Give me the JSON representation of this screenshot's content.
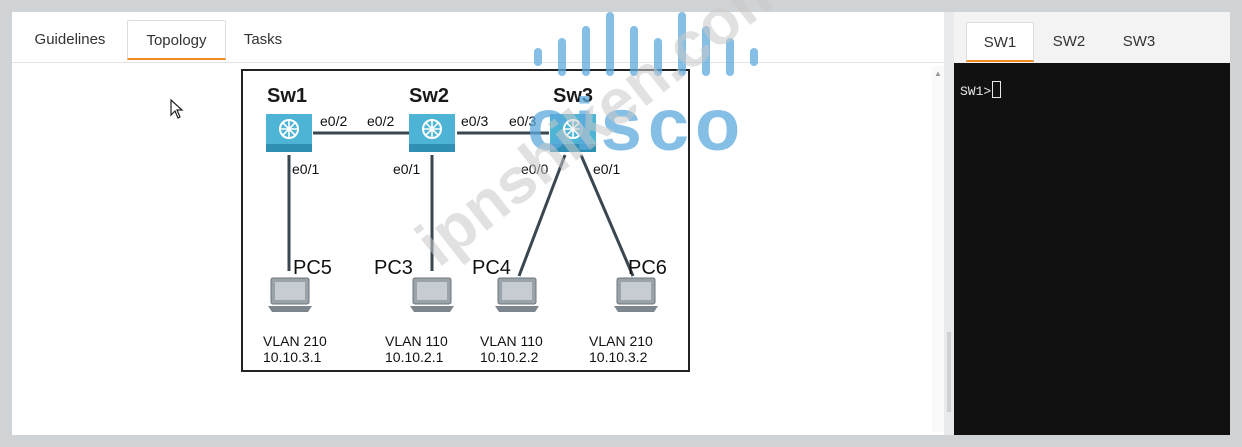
{
  "left_tabs": [
    {
      "label": "Guidelines",
      "active": false
    },
    {
      "label": "Topology",
      "active": true
    },
    {
      "label": "Tasks",
      "active": false
    }
  ],
  "right_tabs": [
    {
      "label": "SW1",
      "active": true
    },
    {
      "label": "SW2",
      "active": false
    },
    {
      "label": "SW3",
      "active": false
    }
  ],
  "terminal": {
    "prompt": "SW1>"
  },
  "topology": {
    "switches": [
      {
        "name": "Sw1"
      },
      {
        "name": "Sw2"
      },
      {
        "name": "Sw3"
      }
    ],
    "ports": {
      "sw1_sw2_a": "e0/2",
      "sw1_sw2_b": "e0/2",
      "sw2_sw3_a": "e0/3",
      "sw2_sw3_b": "e0/3",
      "sw1_down": "e0/1",
      "sw2_down": "e0/1",
      "sw3_left": "e0/0",
      "sw3_right": "e0/1"
    },
    "pcs": [
      {
        "name": "PC5",
        "vlan": "VLAN 210",
        "ip": "10.10.3.1"
      },
      {
        "name": "PC3",
        "vlan": "VLAN 110",
        "ip": "10.10.2.1"
      },
      {
        "name": "PC4",
        "vlan": "VLAN 110",
        "ip": "10.10.2.2"
      },
      {
        "name": "PC6",
        "vlan": "VLAN 210",
        "ip": "10.10.3.2"
      }
    ]
  },
  "watermark": {
    "brand": "cisco",
    "site": "ipnshiken.com"
  },
  "colors": {
    "tab_accent": "#f08a24",
    "terminal_bg": "#111111",
    "switch_blue": "#3fa6c8"
  }
}
